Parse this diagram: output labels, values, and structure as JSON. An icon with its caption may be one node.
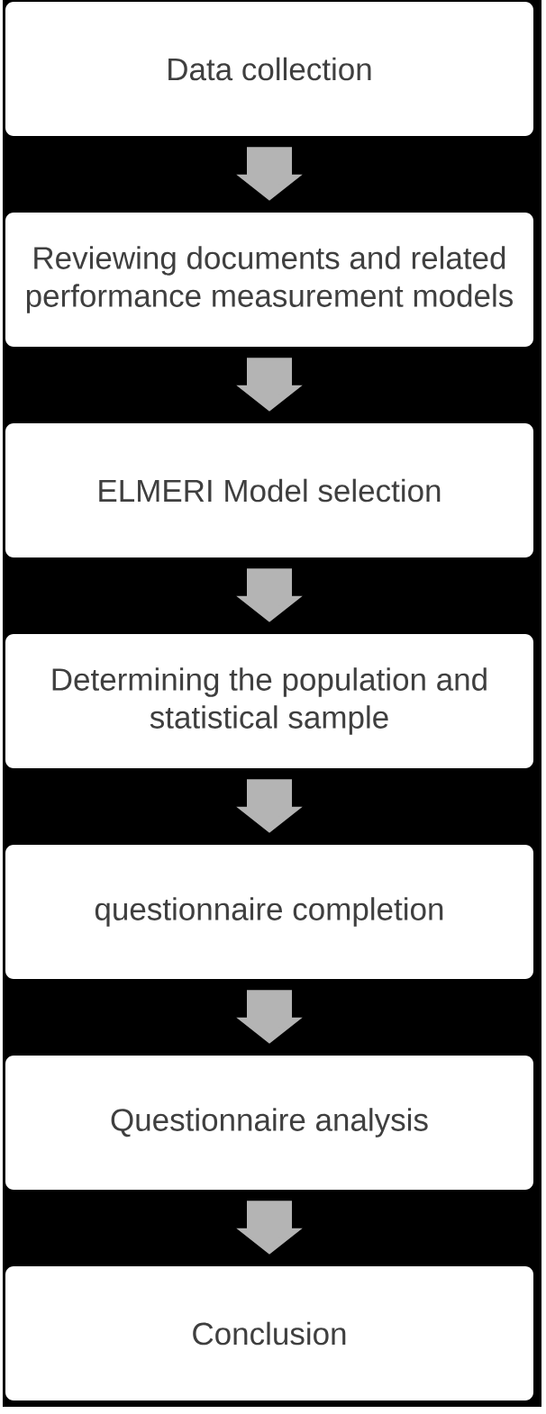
{
  "diagram": {
    "nodes": [
      {
        "text": [
          "Data collection"
        ]
      },
      {
        "text": [
          "Reviewing documents and related performance measurement models"
        ]
      },
      {
        "text": [
          "ELMERI Model selection"
        ]
      },
      {
        "text": [
          "Determining the population and statistical sample"
        ]
      },
      {
        "text": [
          "questionnaire completion"
        ]
      },
      {
        "text": [
          "Questionnaire analysis"
        ]
      },
      {
        "text": [
          "Conclusion"
        ]
      }
    ],
    "edges": [
      {
        "from": 0,
        "to": 1,
        "arrow": "to"
      },
      {
        "from": 1,
        "to": 2,
        "arrow": "to"
      },
      {
        "from": 2,
        "to": 3,
        "arrow": "to"
      },
      {
        "from": 3,
        "to": 4,
        "arrow": "to"
      },
      {
        "from": 4,
        "to": 5,
        "arrow": "to"
      },
      {
        "from": 5,
        "to": 6,
        "arrow": "to"
      }
    ]
  }
}
